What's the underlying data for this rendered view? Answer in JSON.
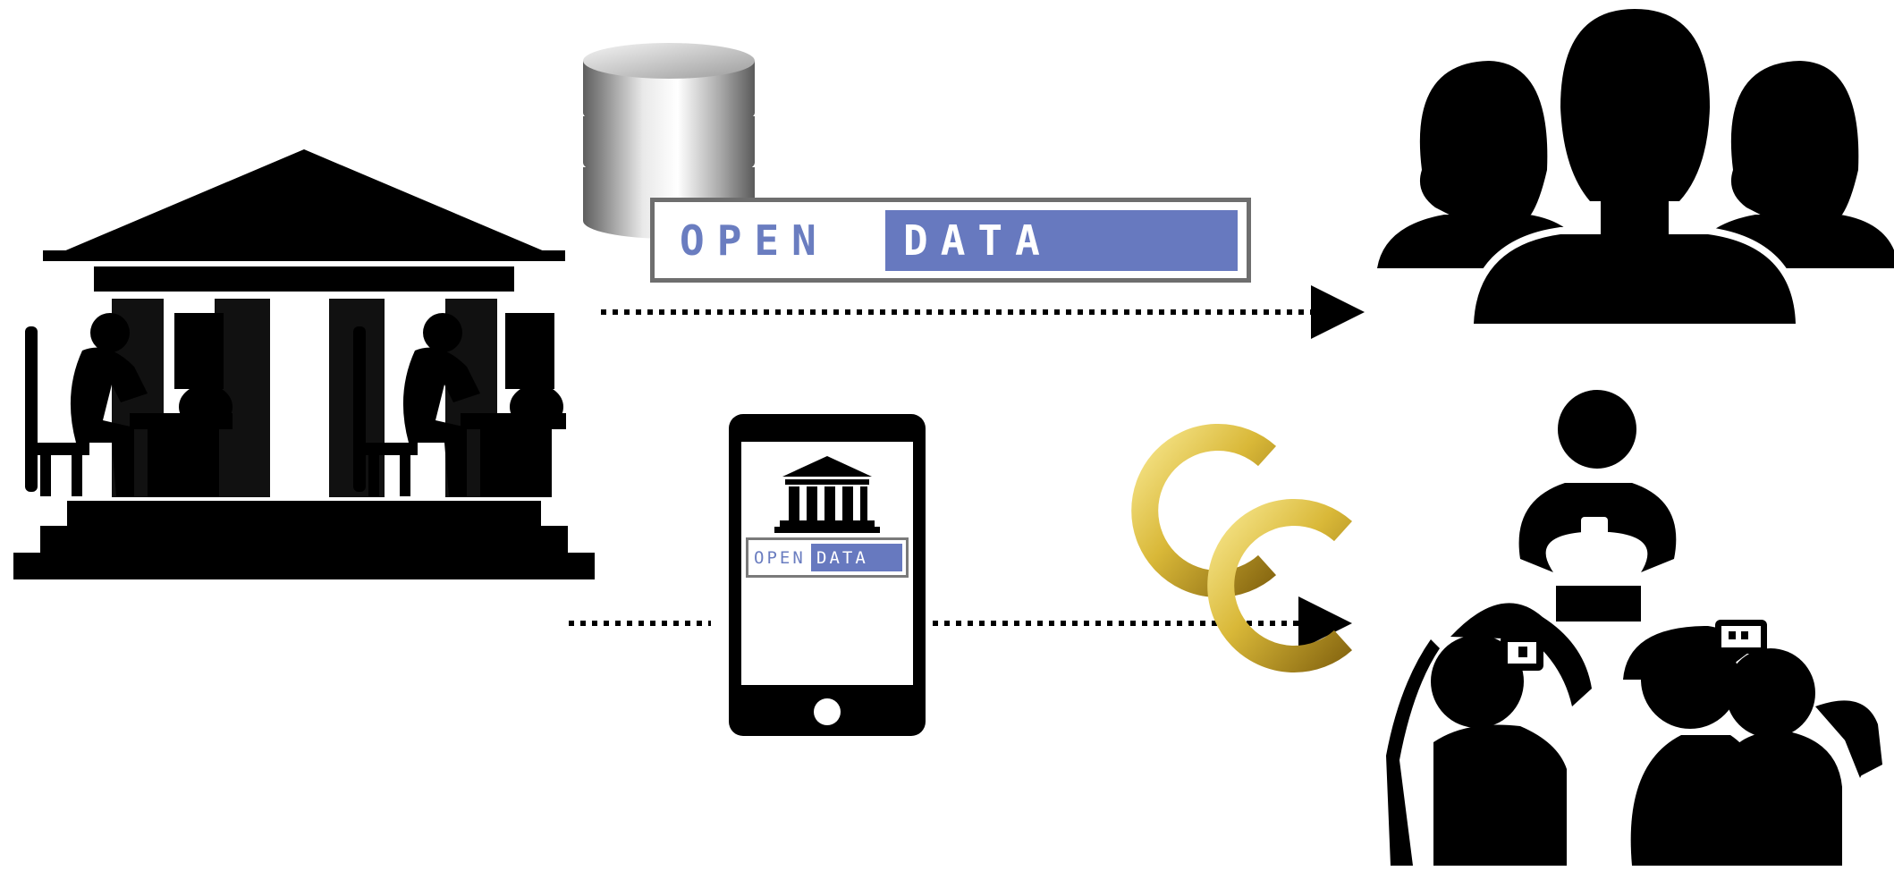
{
  "colors": {
    "silhouette": "#000000",
    "badge_blue": "#6779bf",
    "badge_border": "#6e6e6e",
    "euro_gold": "#d9b838"
  },
  "open_data_badge": {
    "open_text": "OPEN",
    "data_text": "DATA"
  },
  "phone_badge": {
    "open_text": "OPEN",
    "data_text": "DATA"
  },
  "icons": {
    "institution": "government-building-icon",
    "database": "database-icon",
    "citizens": "people-group-icon",
    "smartphone": "smartphone-icon",
    "money": "euro-icon",
    "app_users": "people-using-phones-icon"
  }
}
